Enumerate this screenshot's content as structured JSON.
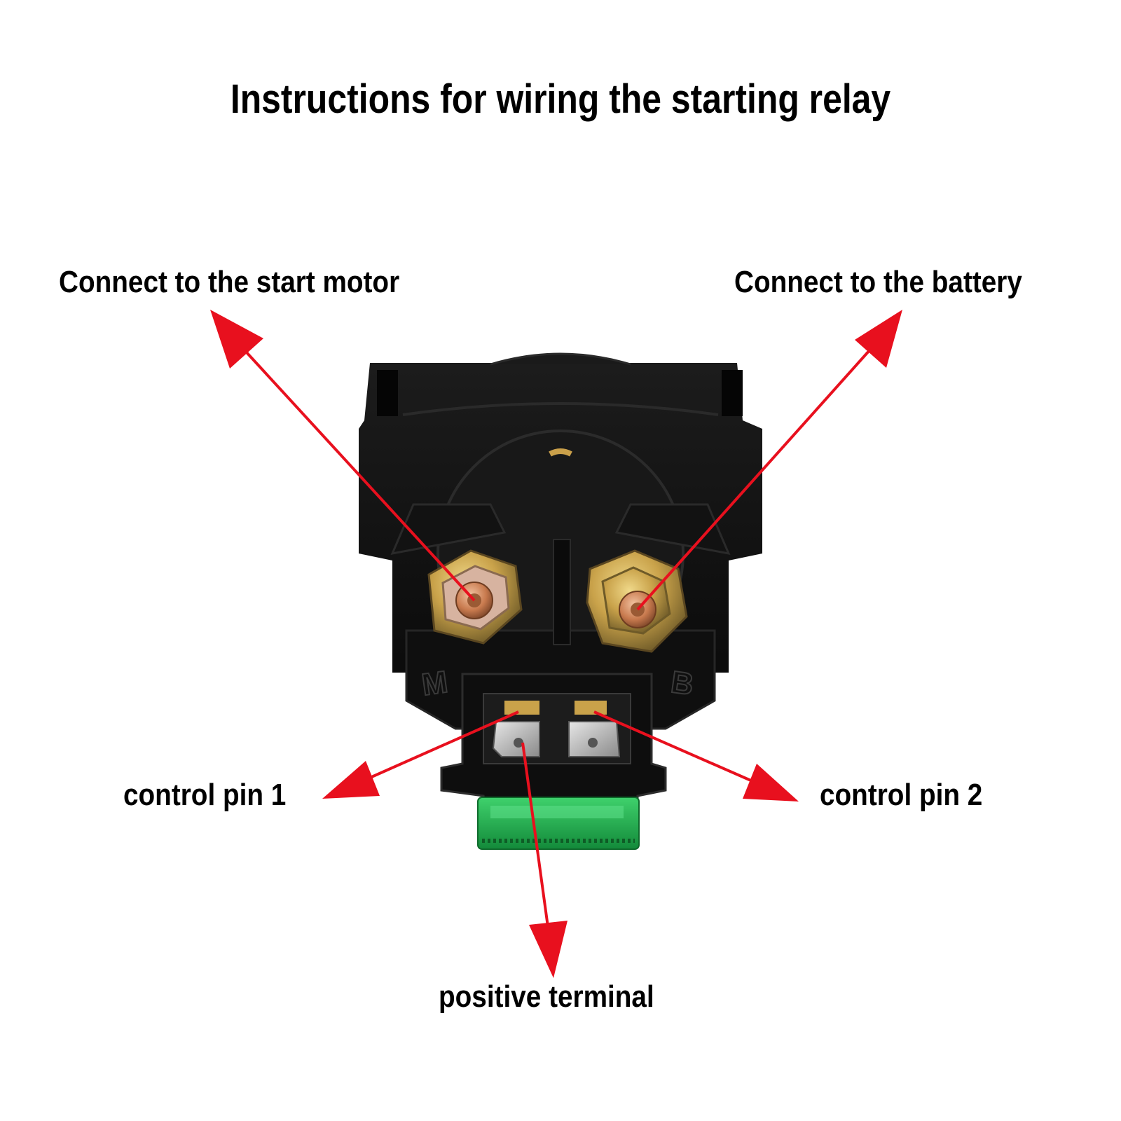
{
  "title": "Instructions for wiring the starting relay",
  "labels": {
    "start_motor": "Connect to the start motor",
    "battery": "Connect to the battery",
    "control_pin_1": "control pin 1",
    "control_pin_2": "control pin 2",
    "positive_terminal": "positive terminal"
  },
  "terminal_marks": {
    "motor": "M",
    "battery": "B"
  },
  "colors": {
    "arrow": "#e8101e",
    "relay_body": "#141414",
    "fuse": "#1fa64a",
    "nut_brass": "#c9a24a",
    "copper": "#c87a4e"
  }
}
